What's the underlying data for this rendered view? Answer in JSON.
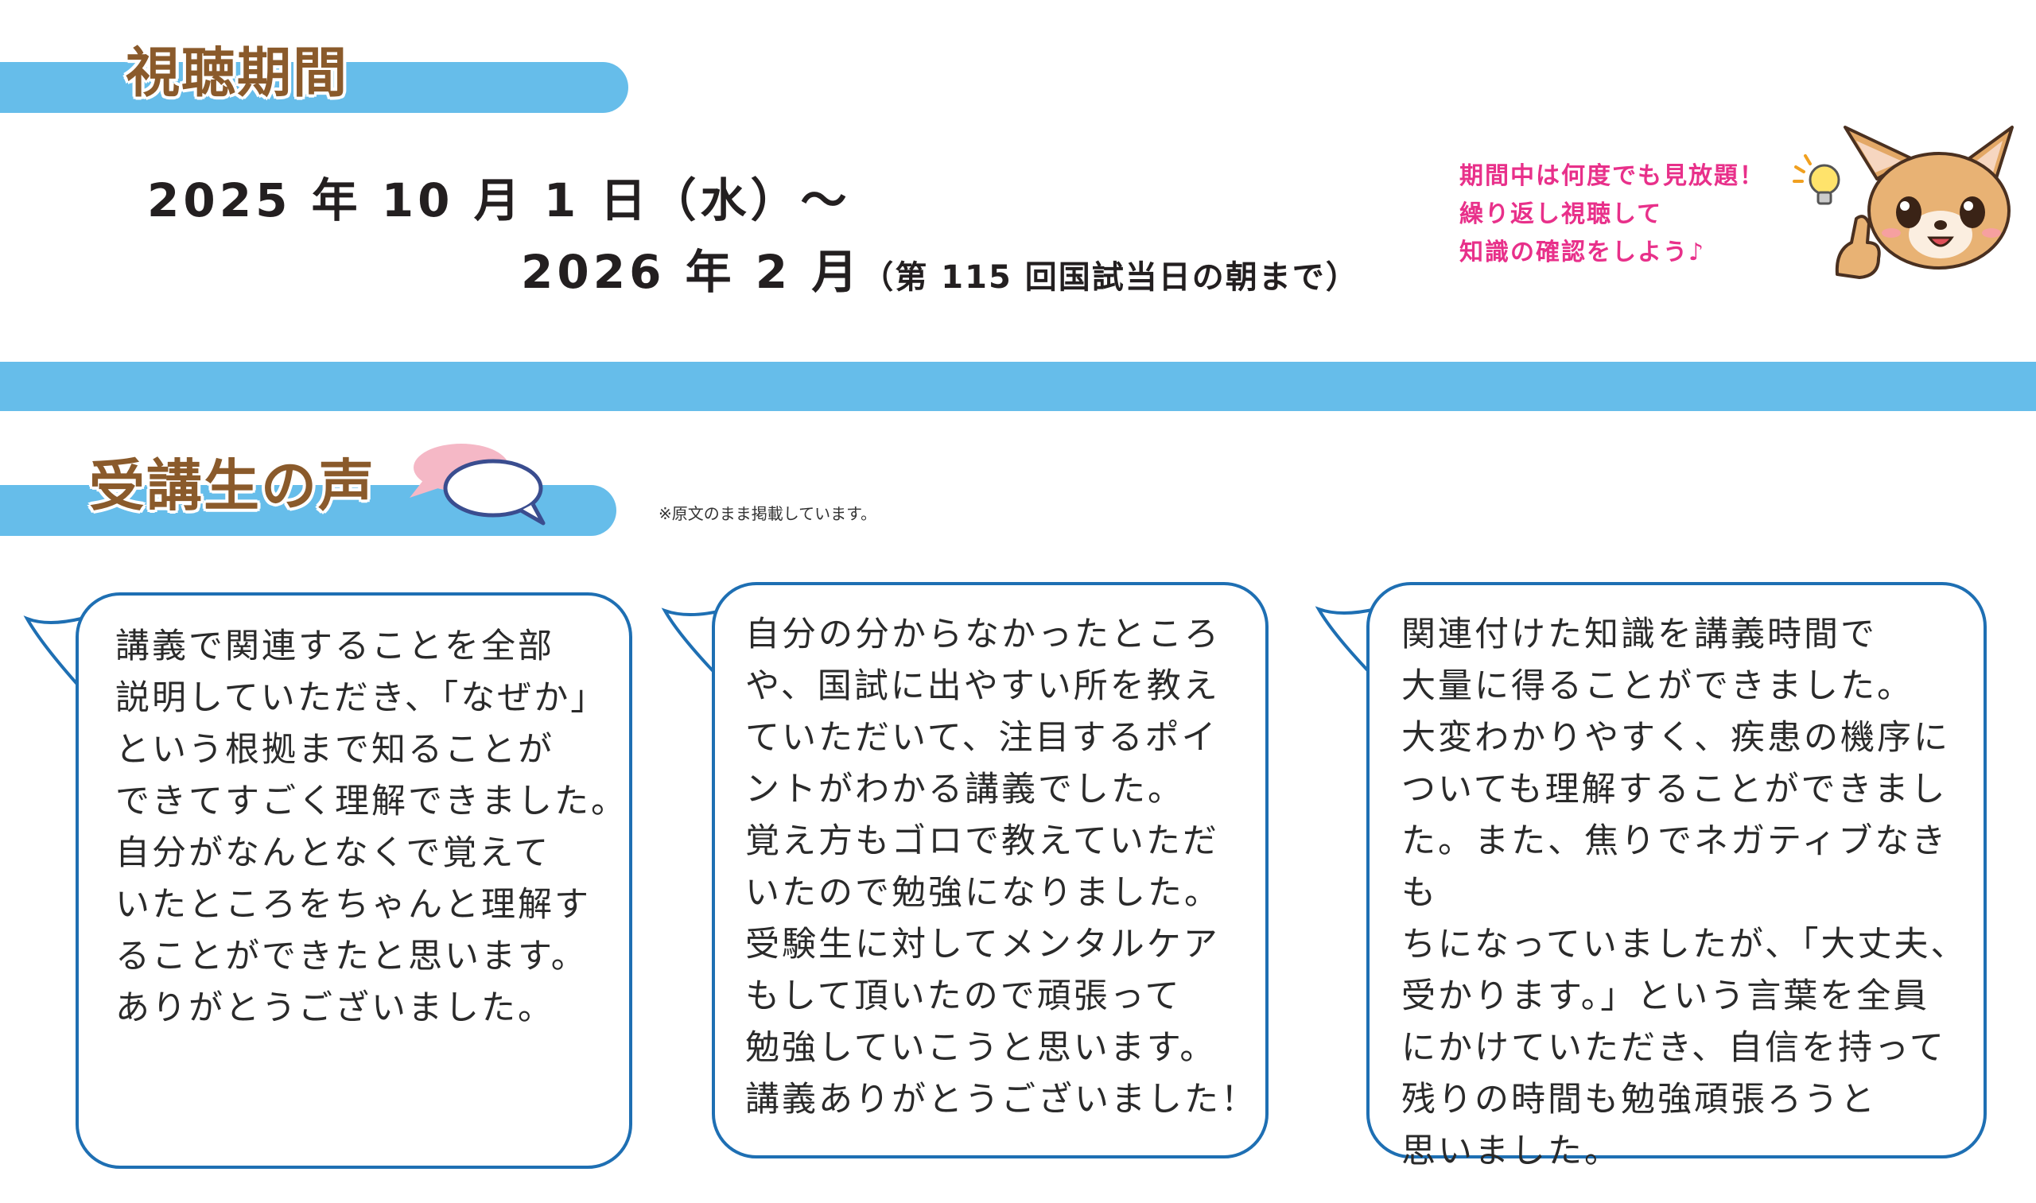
{
  "viewing_period": {
    "title": "視聴期間",
    "line1": "2025 年 10 月 1 日（水）～",
    "line2_main": "2026 年 2 月",
    "line2_note": "（第 115 回国試当日の朝まで）",
    "mascot_note": {
      "line1": "期間中は何度でも見放題！",
      "line2": "繰り返し視聴して",
      "line3": "知識の確認をしよう♪"
    }
  },
  "voices": {
    "title": "受講生の声",
    "note": "※原文のまま掲載しています。",
    "testimonials": [
      {
        "text": "講義で関連することを全部\n説明していただき、「なぜか」\nという根拠まで知ることが\nできてすごく理解できました。\n自分がなんとなくで覚えて\nいたところをちゃんと理解す\nることができたと思います。\nありがとうございました。"
      },
      {
        "text": "自分の分からなかったところ\nや、国試に出やすい所を教え\nていただいて、注目するポイ\nントがわかる講義でした。\n覚え方もゴロで教えていただ\nいたので勉強になりました。\n受験生に対してメンタルケア\nもして頂いたので頑張って\n勉強していこうと思います。\n講義ありがとうございました！"
      },
      {
        "text": "関連付けた知識を講義時間で\n大量に得ることができました。\n大変わかりやすく、疾患の機序に\nついても理解することができまし\nた。また、焦りでネガティブなきも\nちになっていましたが、「大丈夫、\n受かります。」という言葉を全員\nにかけていただき、自信を持って\n残りの時間も勉強頑張ろうと\n思いました。"
      }
    ]
  },
  "colors": {
    "accent_blue": "#66bdea",
    "title_brown": "#8a5a2b",
    "bubble_border": "#1e6fb3",
    "pink_text": "#e8308a"
  },
  "icons": [
    "chihuahua-mascot-icon",
    "lightbulb-icon",
    "speech-bubbles-icon"
  ]
}
